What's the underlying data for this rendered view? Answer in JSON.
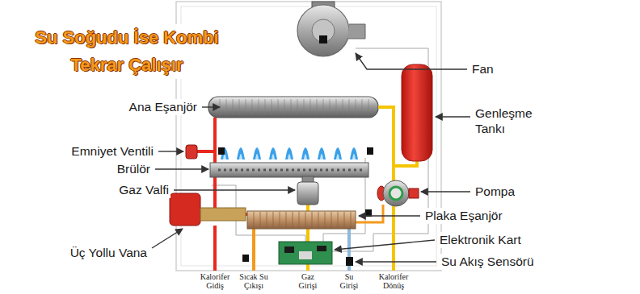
{
  "diagram": {
    "title": "Su Soğudu İse Kombi Tekrar Çalışır",
    "labels": [
      "Fan",
      "Ana Eşanjör",
      "Genleşme Tankı",
      "Emniyet Ventili",
      "Brülör",
      "Gaz Valfi",
      "Pompa",
      "Plaka Eşanjör",
      "Elektronik Kart",
      "Üç Yollu Vana",
      "Su Akış Sensörü",
      "Kalorifer Gidiş",
      "Sıcak Su Çıkışı",
      "Gaz Girişi",
      "Su Girişi",
      "Kalorifer Dönüş"
    ]
  }
}
